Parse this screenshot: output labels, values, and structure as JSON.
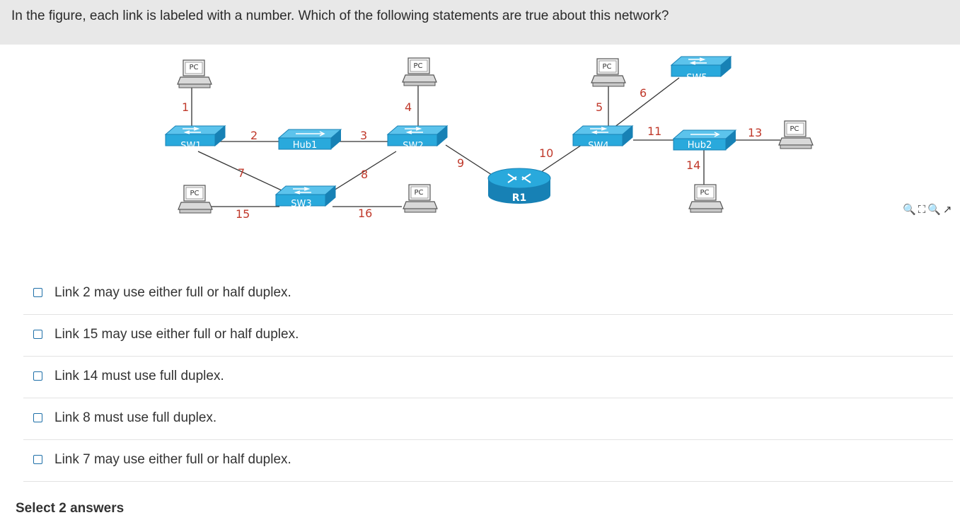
{
  "question": "In the figure, each link is labeled with a number. Which of the following statements are true about this network?",
  "figure": {
    "devices": {
      "pc": "PC",
      "sw1": "SW1",
      "hub1": "Hub1",
      "sw2": "SW2",
      "sw3": "SW3",
      "r1": "R1",
      "sw4": "SW4",
      "sw5": "SW5",
      "hub2": "Hub2"
    },
    "links": {
      "l1": "1",
      "l2": "2",
      "l3": "3",
      "l4": "4",
      "l5": "5",
      "l6": "6",
      "l7": "7",
      "l8": "8",
      "l9": "9",
      "l10": "10",
      "l11": "11",
      "l13": "13",
      "l14": "14",
      "l15": "15",
      "l16": "16"
    },
    "colors": {
      "device_blue": "#29a9dc",
      "device_dark": "#1781b5",
      "label_red": "#c0392b",
      "line": "#333333"
    },
    "tools": [
      "zoom-in-icon",
      "fullscreen-icon",
      "zoom-out-icon",
      "open-external-icon"
    ]
  },
  "options": [
    {
      "label": "Link 2 may use either full or half duplex."
    },
    {
      "label": "Link 15 may use either full or half duplex."
    },
    {
      "label": "Link 14 must use full duplex."
    },
    {
      "label": "Link 8 must use full duplex."
    },
    {
      "label": "Link 7 may use either full or half duplex."
    }
  ],
  "footer": {
    "instruction": "Select 2 answers"
  }
}
